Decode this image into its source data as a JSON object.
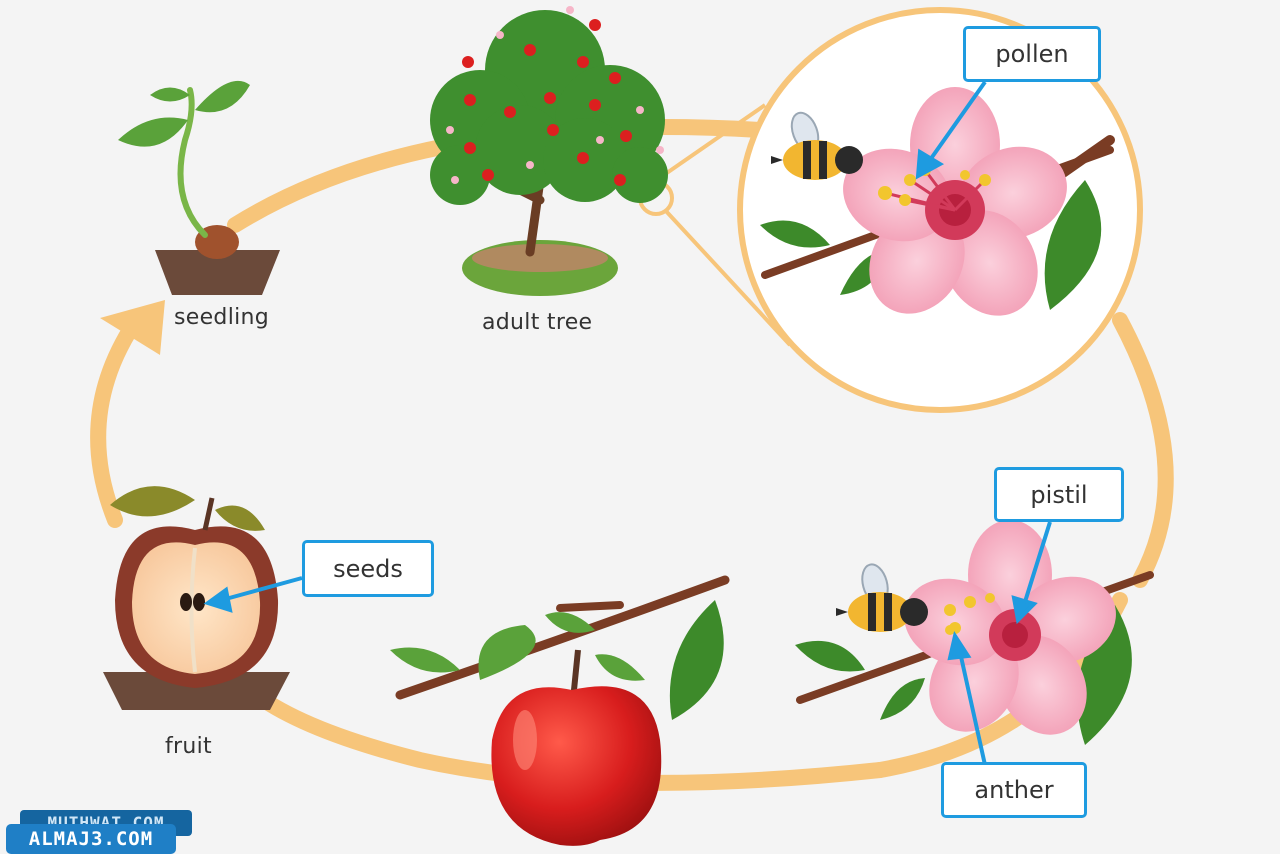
{
  "stages": {
    "seedling": "seedling",
    "adult_tree": "adult tree",
    "fruit": "fruit"
  },
  "callouts": {
    "pollen": "pollen",
    "pistil": "pistil",
    "anther": "anther",
    "seeds": "seeds"
  },
  "watermark": {
    "back_text": "MUTHWAT.COM",
    "front_text": "ALMAJ3.COM"
  },
  "colors": {
    "cycle_arrow": "#f7c57a",
    "callout_border": "#1e9be0",
    "blossom": "#f6a9bd",
    "apple": "#d81d1d",
    "leaf": "#5aa23a"
  }
}
